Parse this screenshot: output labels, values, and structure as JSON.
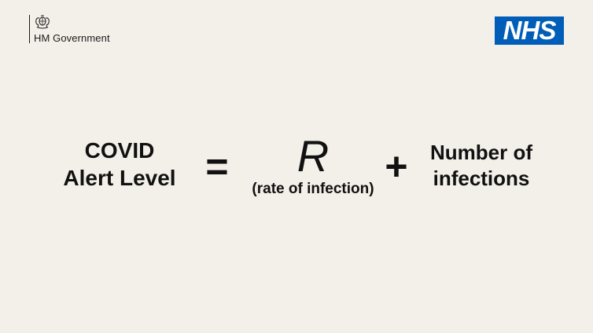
{
  "header": {
    "government_label": "HM Government",
    "crest_icon": "royal-coat-of-arms-icon",
    "nhs_logo_text": "NHS",
    "nhs_color": "#005eb8"
  },
  "equation": {
    "lhs_line1": "COVID",
    "lhs_line2": "Alert Level",
    "equals": "=",
    "r_symbol": "R",
    "r_caption": "(rate of infection)",
    "plus": "+",
    "rhs_line1": "Number of",
    "rhs_line2": "infections"
  },
  "colors": {
    "background": "#f3efe9",
    "text": "#111111"
  }
}
